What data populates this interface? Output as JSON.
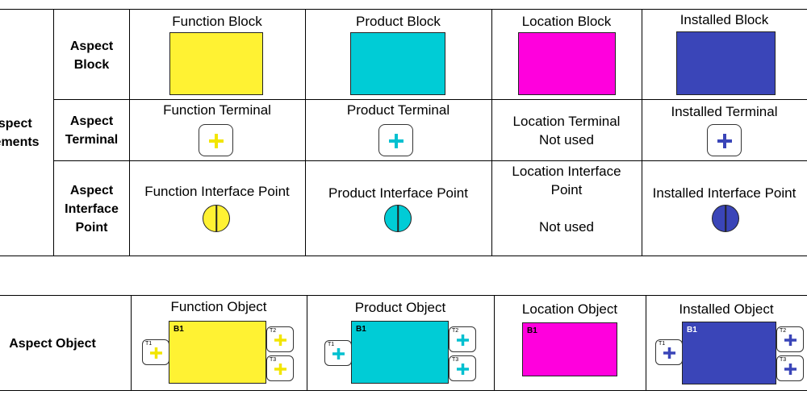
{
  "colors": {
    "function": "#FFF233",
    "function_plus": "#F2E500",
    "product": "#00CCD6",
    "product_plus": "#00C0D0",
    "location": "#FF00DD",
    "installed": "#3A45B8",
    "installed_plus": "#3A45B8"
  },
  "icons": {
    "terminal": "plus-in-rounded-square",
    "interface_point": "circle-with-vertical-line"
  },
  "table1": {
    "left_label": [
      "Aspect",
      "Elements"
    ],
    "rows": {
      "block": [
        "Aspect",
        "Block"
      ],
      "terminal": [
        "Aspect",
        "Terminal"
      ],
      "interface": [
        "Aspect",
        "Interface",
        "Point"
      ]
    },
    "block_headers": [
      "Function Block",
      "Product Block",
      "Location Block",
      "Installed Block"
    ],
    "terminal_headers": [
      "Function Terminal",
      "Product Terminal",
      "Installed Terminal"
    ],
    "location_terminal": [
      "Location Terminal",
      "Not used"
    ],
    "interface_headers": [
      "Function Interface Point",
      "Product Interface Point",
      "Installed Interface Point"
    ],
    "location_interface": [
      "Location Interface",
      "Point",
      "Not used"
    ]
  },
  "table2": {
    "row_label": "Aspect Object",
    "headers": [
      "Function Object",
      "Product Object",
      "Location Object",
      "Installed Object"
    ],
    "block_label": "B1",
    "terminal_labels": [
      "T1",
      "T2",
      "T3"
    ]
  }
}
